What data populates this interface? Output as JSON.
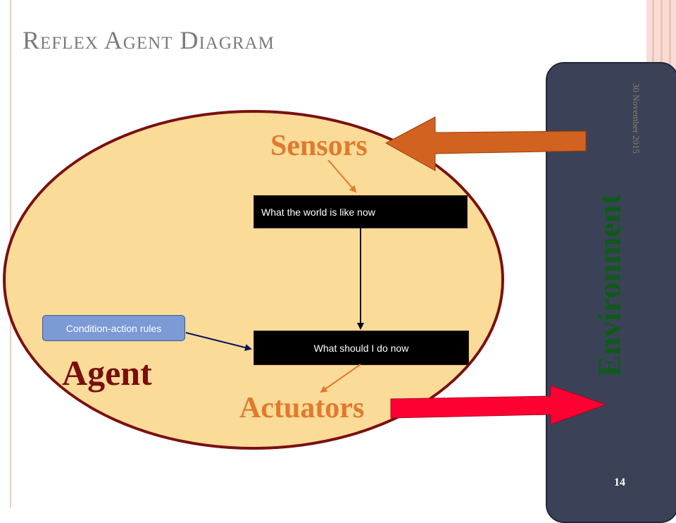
{
  "slide": {
    "title": "Reflex Agent Diagram",
    "date": "30 November 2015",
    "page_number": "14"
  },
  "diagram": {
    "sensors_label": "Sensors",
    "actuators_label": "Actuators",
    "agent_label": "Agent",
    "environment_label": "Environment",
    "world_box": "What the world is like now",
    "action_box": "What should I do now",
    "rules_box": "Condition-action rules"
  },
  "colors": {
    "agent_fill": "#fbdb98",
    "agent_border": "#7a1010",
    "environment_fill": "#3b4257",
    "sensor_arrow": "#d2621f",
    "actuator_arrow": "#ff0033",
    "label_orange": "#e17a2d",
    "environment_text": "#0f5a1a"
  }
}
